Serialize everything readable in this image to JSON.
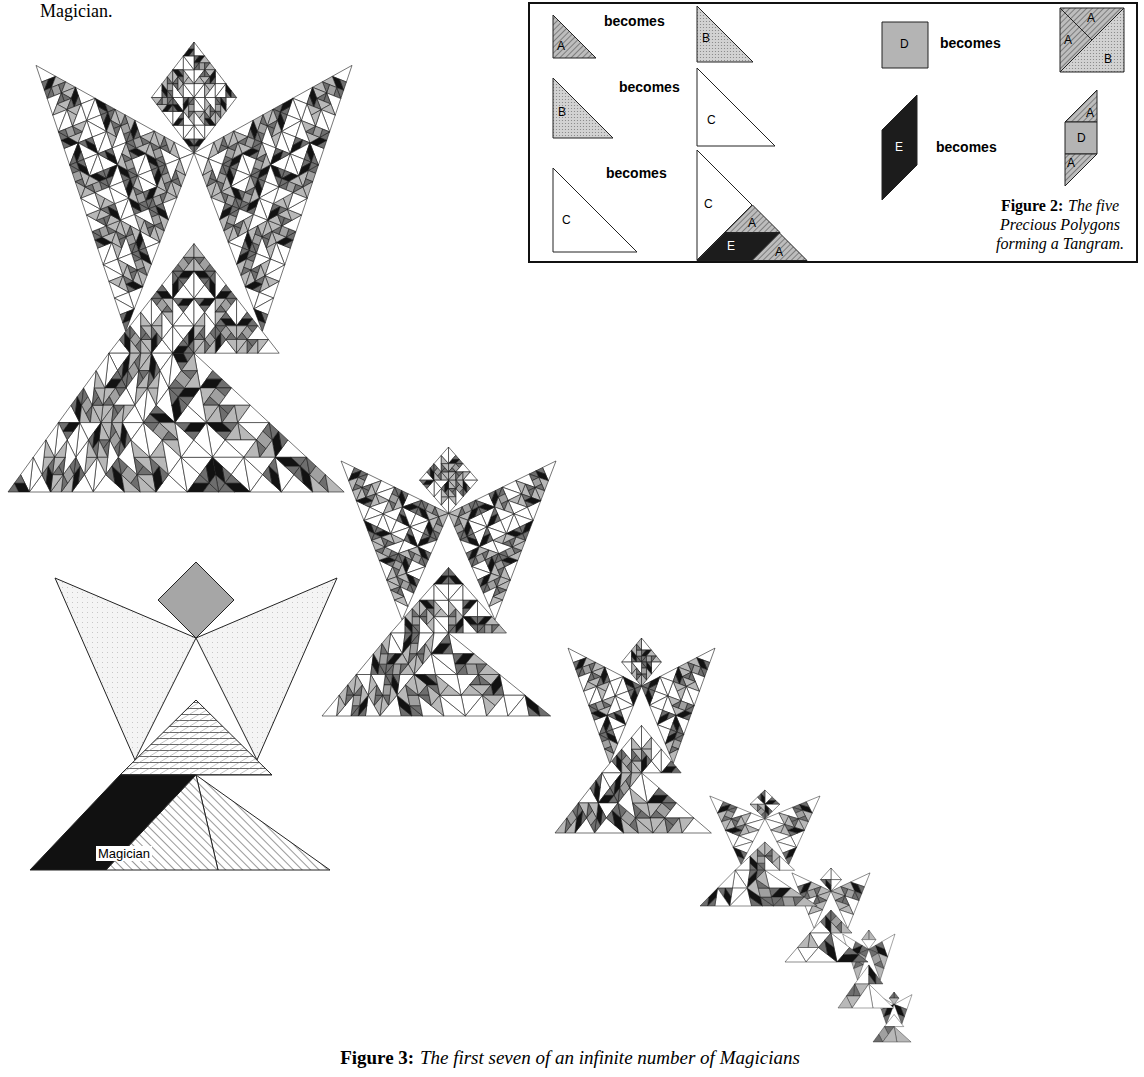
{
  "diagram": {
    "nodes": [
      {
        "text": [
          "Figure 2:",
          "The five Precious Polygons forming a Tangram."
        ]
      },
      {
        "text": [
          "A"
        ],
        "in": 0
      },
      {
        "text": [
          "B"
        ],
        "in": 0
      },
      {
        "text": [
          "D"
        ],
        "in": 0
      },
      {
        "text": [
          "A"
        ],
        "in": 0
      },
      {
        "text": [
          "A"
        ],
        "in": 0
      },
      {
        "text": [
          "B"
        ],
        "in": 0
      },
      {
        "text": [
          "B"
        ],
        "in": 0
      },
      {
        "text": [
          "C"
        ],
        "in": 0
      },
      {
        "text": [
          "E"
        ],
        "in": 0
      },
      {
        "text": [
          "A"
        ],
        "in": 0
      },
      {
        "text": [
          "D"
        ],
        "in": 0
      },
      {
        "text": [
          "A"
        ],
        "in": 0
      },
      {
        "text": [
          "C"
        ],
        "in": 0
      },
      {
        "text": [
          "C"
        ],
        "in": 0
      },
      {
        "text": [
          "A"
        ],
        "in": 0
      },
      {
        "text": [
          "E"
        ],
        "in": 0
      },
      {
        "text": [
          "A"
        ],
        "in": 0
      }
    ],
    "labels": [
      "Magician.",
      "becomes",
      "becomes",
      "becomes",
      "becomes",
      "becomes",
      "Magician",
      "Figure 3:",
      "The first seven of an infinite number of Magicians"
    ]
  }
}
